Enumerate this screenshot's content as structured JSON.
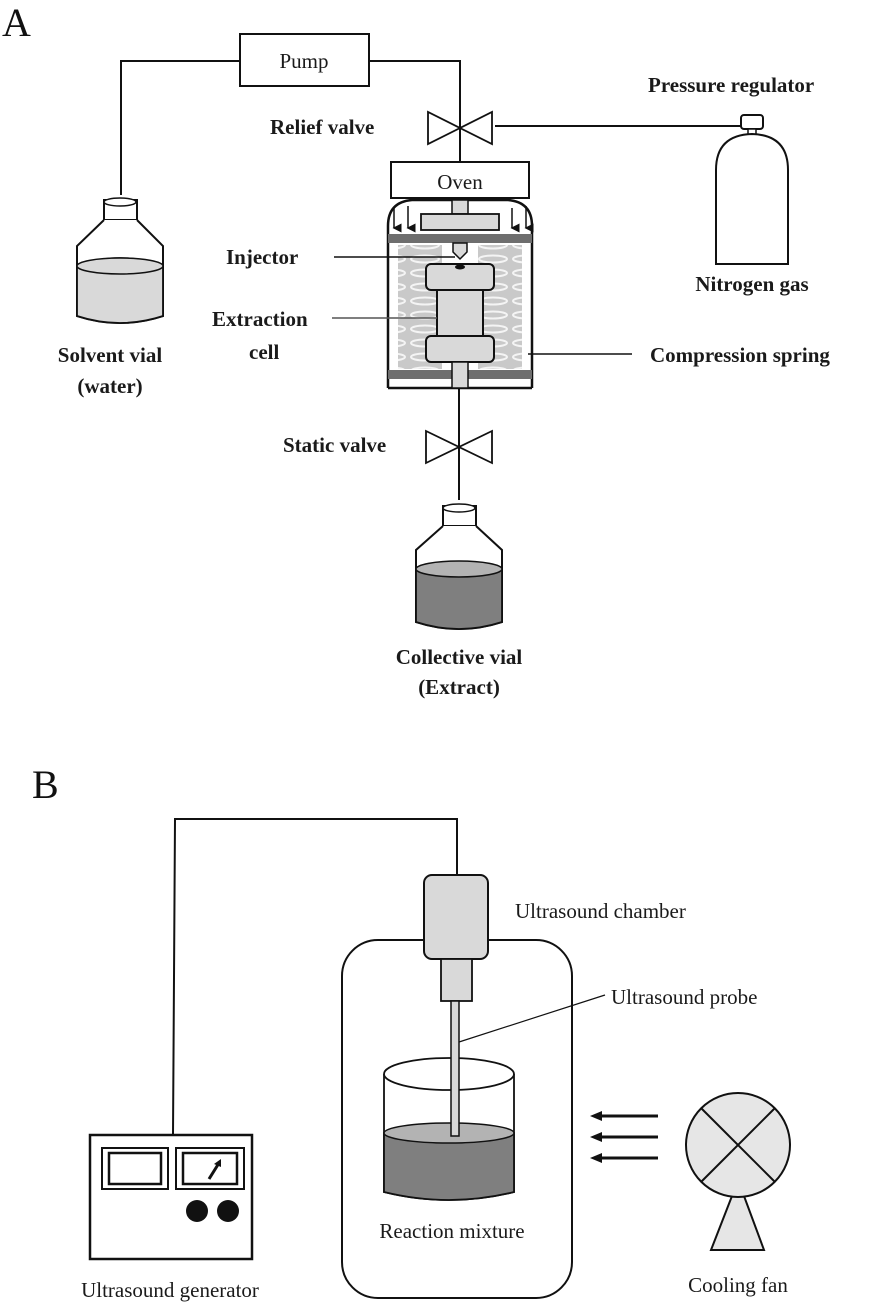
{
  "panels": [
    {
      "letter": "A",
      "labels": {
        "pump": "Pump",
        "relief_valve": "Relief valve",
        "pressure_regulator": "Pressure regulator",
        "oven": "Oven",
        "injector": "Injector",
        "extraction_cell_1": "Extraction",
        "extraction_cell_2": "cell",
        "nitrogen_gas": "Nitrogen gas",
        "compression_spring": "Compression spring",
        "solvent_vial_1": "Solvent vial",
        "solvent_vial_2": "(water)",
        "static_valve": "Static valve",
        "collective_vial_1": "Collective vial",
        "collective_vial_2": "(Extract)"
      }
    },
    {
      "letter": "B",
      "labels": {
        "ultrasound_chamber": "Ultrasound chamber",
        "ultrasound_probe": "Ultrasound probe",
        "reaction_mixture": "Reaction mixture",
        "ultrasound_generator": "Ultrasound generator",
        "cooling_fan": "Cooling fan"
      }
    }
  ],
  "colors": {
    "light_fill": "#d9d9d9",
    "medium_fill": "#b3b3b3",
    "dark_fill": "#7f7f7f",
    "plate_fill": "#6e6e6e",
    "line": "#111111"
  }
}
